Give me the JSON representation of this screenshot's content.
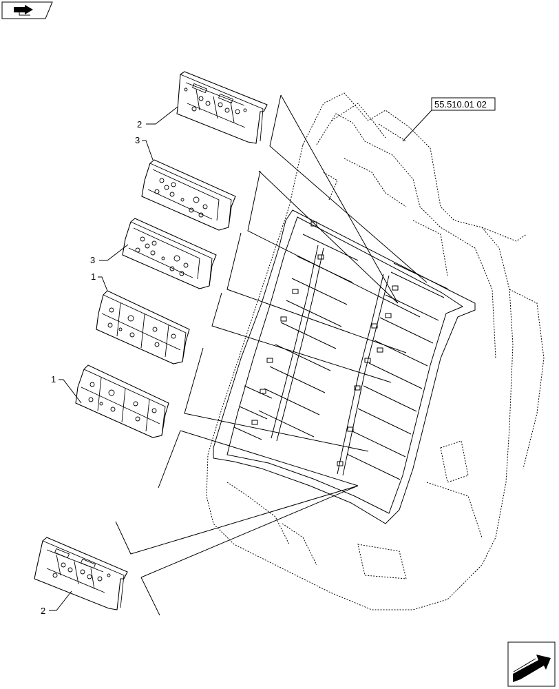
{
  "reference_box": {
    "text": "55.510.01 02"
  },
  "callouts": [
    {
      "id": "c1",
      "text": "2"
    },
    {
      "id": "c2",
      "text": "3"
    },
    {
      "id": "c3",
      "text": "3"
    },
    {
      "id": "c4",
      "text": "1"
    },
    {
      "id": "c5",
      "text": "1"
    },
    {
      "id": "c6",
      "text": "2"
    }
  ],
  "icons": {
    "top_left": "book-arrow-icon",
    "bottom_right": "next-page-arrow-icon"
  }
}
